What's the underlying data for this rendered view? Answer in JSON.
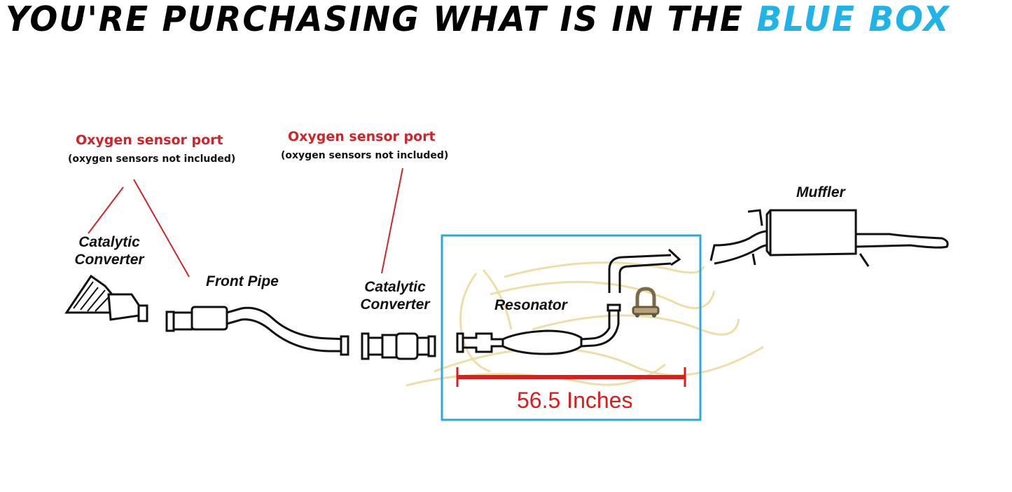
{
  "headline": {
    "text_dark": "YOU'RE PURCHASING WHAT IS IN THE",
    "text_accent": "BLUE BOX"
  },
  "labels": {
    "oxygen_port_left": "Oxygen sensor port",
    "oxygen_note_left": "(oxygen sensors not included)",
    "oxygen_port_right": "Oxygen sensor port",
    "oxygen_note_right": "(oxygen sensors not included)",
    "catalytic_left_line1": "Catalytic",
    "catalytic_left_line2": "Converter",
    "front_pipe": "Front Pipe",
    "catalytic_mid_line1": "Catalytic",
    "catalytic_mid_line2": "Converter",
    "resonator": "Resonator",
    "muffler": "Muffler",
    "measurement": "56.5 Inches"
  },
  "colors": {
    "accent_blue": "#1fb3e8",
    "box_blue": "#29a9df",
    "label_red": "#d0242b",
    "measure_red": "#e01b1b",
    "watermark_gold": "#e8d48a"
  }
}
